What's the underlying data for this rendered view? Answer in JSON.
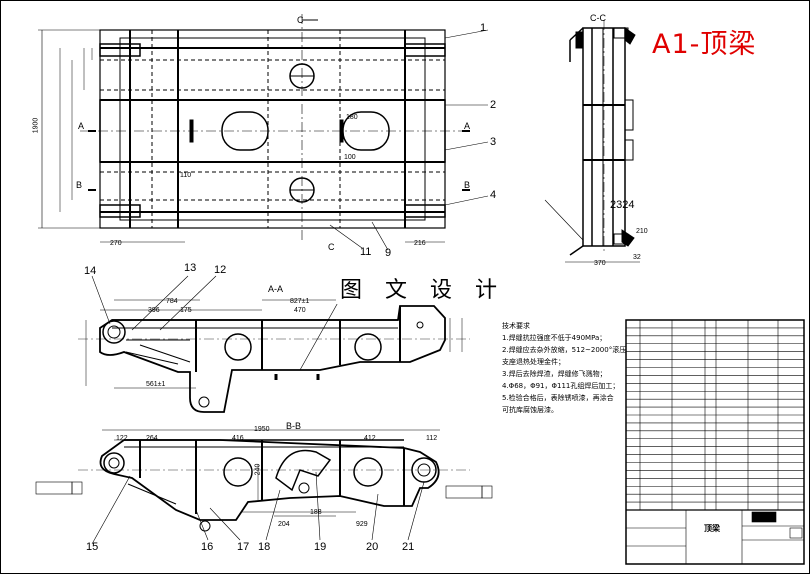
{
  "drawing": {
    "title_stamp": "A1-顶梁",
    "watermark": "图 文 设 计",
    "views": {
      "section_cc": "C-C",
      "section_aa": "A-A",
      "section_bb": "B-B",
      "mark_c_top": "C",
      "mark_c_bottom": "C",
      "mark_a": "A",
      "mark_b": "B",
      "mark_a_right": "A",
      "mark_b_right": "B"
    },
    "callouts": {
      "c1": "1",
      "c2": "2",
      "c3": "3",
      "c4": "4",
      "c9": "9",
      "c11": "11",
      "c12": "12",
      "c13": "13",
      "c14": "14",
      "c15": "15",
      "c16": "16",
      "c17": "17",
      "c18": "18",
      "c19": "19",
      "c20": "20",
      "c21": "21",
      "c2324": "2324"
    },
    "dimensions": {
      "d1900": "1900",
      "d270": "270",
      "d216": "216",
      "d784": "784",
      "d396": "396",
      "d175": "175",
      "d827": "827±1",
      "d470": "470",
      "d561": "561±1",
      "d100a": "100",
      "d1950": "1950",
      "d122": "122",
      "d264": "264",
      "d416": "416",
      "d412": "412",
      "d112": "112",
      "d204": "204",
      "d188": "188",
      "d929": "929",
      "d240": "240",
      "d370": "370",
      "d32": "32",
      "d210": "210",
      "d110": "110",
      "d180": "180"
    },
    "notes": {
      "title": "技术要求",
      "n1": "1.焊缝抗拉强度不低于490MPa；",
      "n2": "2.焊缝应去杂外放缩，512~2000°滚压",
      "n2b": "  支座退热处理金件；",
      "n3": "3.焊后去除焊渣，焊缝修飞溅物；",
      "n4": "4.Φ68，Φ91，Φ111孔组焊后加工；",
      "n5": "5.检验合格后，表除锈喷漆，再涂合",
      "n5b": "  可抗库腐蚀层漆。"
    },
    "title_block": {
      "name_cell": "顶梁"
    }
  }
}
